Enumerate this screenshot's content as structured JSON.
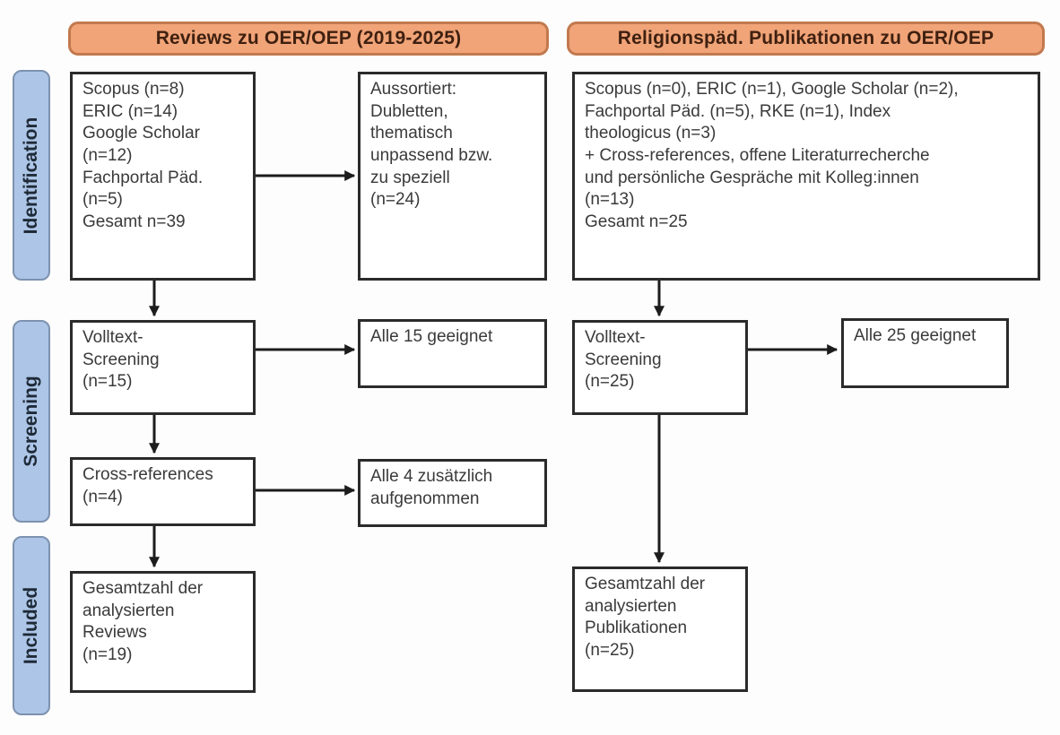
{
  "headers": {
    "left": "Reviews zu OER/OEP (2019-2025)",
    "right": "Religionspäd. Publikationen zu OER/OEP"
  },
  "stages": {
    "identification": "Identification",
    "screening": "Screening",
    "included": "Included"
  },
  "flow": {
    "left": {
      "sources": "Scopus (n=8)\nERIC (n=14)\nGoogle Scholar\n(n=12)\nFachportal Päd.\n(n=5)\nGesamt n=39",
      "excluded": "Aussortiert:\nDubletten,\nthematisch\nunpassend bzw.\nzu speziell\n(n=24)",
      "fulltext_screening": "Volltext-\nScreening\n(n=15)",
      "fulltext_result": "Alle 15 geeignet",
      "cross_references": "Cross-references\n(n=4)",
      "cross_references_result": "Alle 4 zusätzlich\naufgenommen",
      "included_total": "Gesamtzahl der\nanalysierten\nReviews\n(n=19)"
    },
    "right": {
      "sources": "Scopus (n=0), ERIC (n=1), Google Scholar (n=2),\nFachportal Päd. (n=5), RKE (n=1), Index\ntheologicus (n=3)\n+ Cross-references, offene Literaturrecherche\nund persönliche Gespräche mit Kolleg:innen\n(n=13)\nGesamt n=25",
      "fulltext_screening": "Volltext-\nScreening\n(n=25)",
      "fulltext_result": "Alle 25 geeignet",
      "included_total": "Gesamtzahl der\nanalysierten\nPublikationen\n(n=25)"
    }
  },
  "colors": {
    "header_fill": "#F1A478",
    "header_border": "#C2794E",
    "header_text": "#3F2010",
    "stage_fill": "#ADC6E7",
    "stage_border": "#7D92AF",
    "stage_text": "#1F2A38",
    "box_fill": "#FFFFFF",
    "box_border": "#2B2B2B",
    "box_text": "#3A3A3A",
    "arrow": "#1C1C1C",
    "background": "#FDFDFD"
  }
}
